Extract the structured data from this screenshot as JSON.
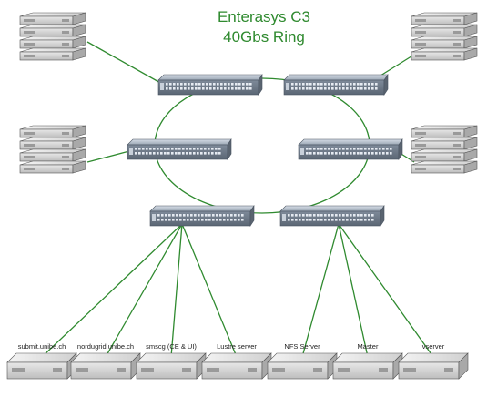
{
  "title": {
    "line1": "Enterasys C3",
    "line2": "40Gbs Ring"
  },
  "colors": {
    "link": "#2f8a2f",
    "title": "#2f8a2f",
    "switch_body": "#8e9aa8",
    "server_body": "#e2e2e2"
  },
  "switches": [
    {
      "id": "sw-top-left"
    },
    {
      "id": "sw-top-right"
    },
    {
      "id": "sw-mid-left"
    },
    {
      "id": "sw-mid-right"
    },
    {
      "id": "sw-bottom-left"
    },
    {
      "id": "sw-bottom-right"
    }
  ],
  "server_racks": [
    {
      "id": "rack-top-left"
    },
    {
      "id": "rack-top-right"
    },
    {
      "id": "rack-mid-left"
    },
    {
      "id": "rack-mid-right"
    }
  ],
  "servers": [
    {
      "label": "submit.unibe.ch"
    },
    {
      "label": "nordugrid.unibe.ch"
    },
    {
      "label": "smscg (CE & UI)"
    },
    {
      "label": "Lustre server"
    },
    {
      "label": "NFS Server"
    },
    {
      "label": "Master"
    },
    {
      "label": "vserver"
    }
  ]
}
